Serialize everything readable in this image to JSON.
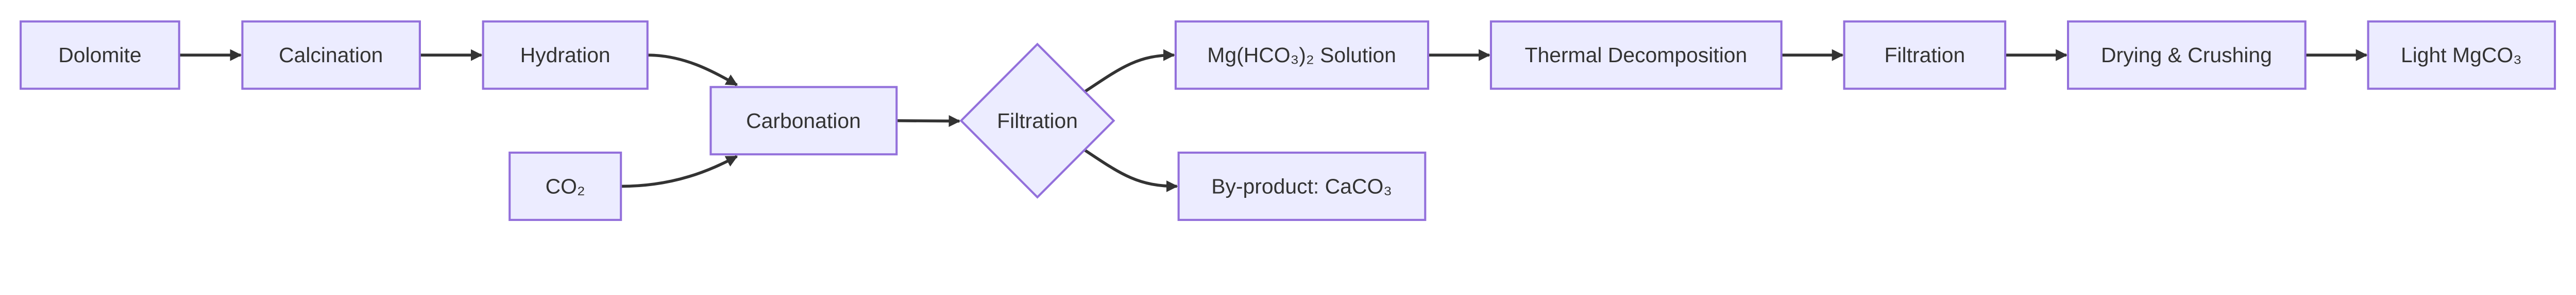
{
  "colors": {
    "node_fill": "#ECECFF",
    "node_border": "#9370DB",
    "edge": "#333333",
    "background": "#FFFFFF"
  },
  "nodes": {
    "dolomite": "Dolomite",
    "calcination": "Calcination",
    "hydration": "Hydration",
    "co2": "CO₂",
    "carbonation": "Carbonation",
    "filtration_decision": "Filtration",
    "mg_solution": "Mg(HCO₃)₂ Solution",
    "byproduct": "By-product: CaCO₃",
    "thermal": "Thermal Decomposition",
    "filtration": "Filtration",
    "drying": "Drying & Crushing",
    "light_mgco3": "Light MgCO₃"
  },
  "edges": [
    [
      "Dolomite",
      "Calcination"
    ],
    [
      "Calcination",
      "Hydration"
    ],
    [
      "Hydration",
      "Carbonation"
    ],
    [
      "CO₂",
      "Carbonation"
    ],
    [
      "Carbonation",
      "Filtration"
    ],
    [
      "Filtration",
      "Mg(HCO₃)₂ Solution"
    ],
    [
      "Filtration",
      "By-product: CaCO₃"
    ],
    [
      "Mg(HCO₃)₂ Solution",
      "Thermal Decomposition"
    ],
    [
      "Thermal Decomposition",
      "Filtration"
    ],
    [
      "Filtration",
      "Drying & Crushing"
    ],
    [
      "Drying & Crushing",
      "Light MgCO₃"
    ]
  ]
}
